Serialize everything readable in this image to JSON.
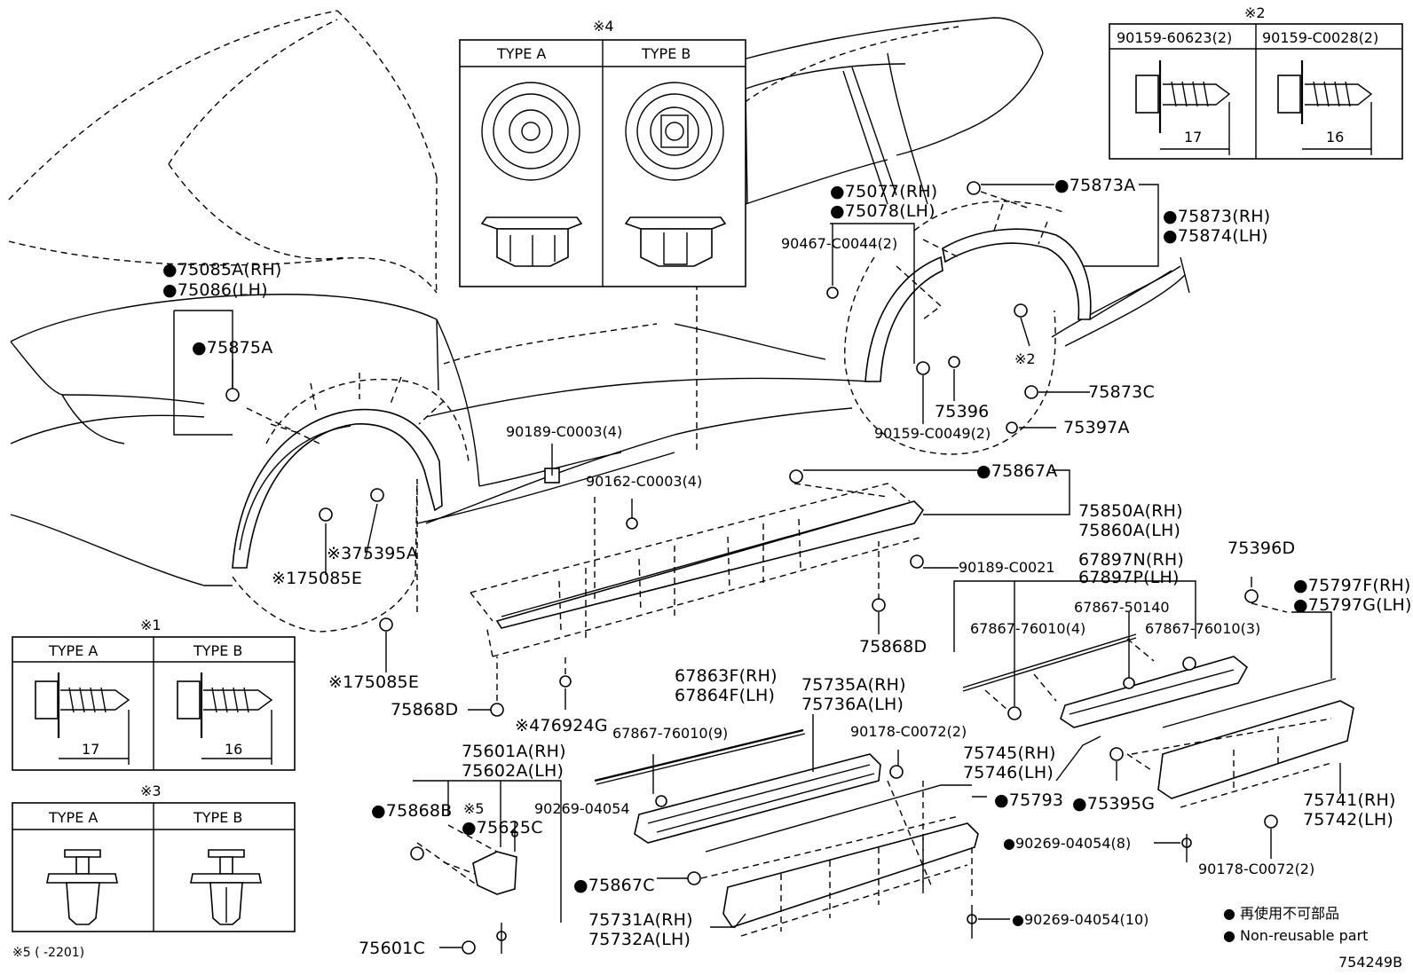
{
  "notes": {
    "n1": "※1",
    "n2": "※2",
    "n3": "※3",
    "n4": "※4",
    "n5": "※5 (      -2201)"
  },
  "boxes": {
    "b1": {
      "typeA": "TYPE A",
      "typeB": "TYPE B",
      "dimA": "17",
      "dimB": "16"
    },
    "b2": {
      "colA": "90159-60623(2)",
      "colB": "90159-C0028(2)",
      "dimA": "17",
      "dimB": "16"
    },
    "b3": {
      "typeA": "TYPE A",
      "typeB": "TYPE B"
    },
    "b4": {
      "typeA": "TYPE A",
      "typeB": "TYPE B"
    }
  },
  "labels": {
    "p75085A": "●75085A(RH)",
    "p75086": "●75086(LH)",
    "p75875A": "●75875A",
    "p75395A": "※375395A",
    "p75085E_1": "※175085E",
    "p75085E_2": "※175085E",
    "p75868D_left": "75868D",
    "p76924G": "※476924G",
    "p90189C0003": "90189-C0003(4)",
    "p90162C0003": "90162-C0003(4)",
    "p75077": "●75077(RH)",
    "p75078": "●75078(LH)",
    "p90467C0044": "90467-C0044(2)",
    "p75873A": "●75873A",
    "p75873": "●75873(RH)",
    "p75874": "●75874(LH)",
    "p2mark": "※2",
    "p75873C": "75873C",
    "p75396": "75396",
    "p75397A": "75397A",
    "p90159C0049": "90159-C0049(2)",
    "p75867A": "●75867A",
    "p75850A": "75850A(RH)",
    "p75860A": "75860A(LH)",
    "p90189C0021": "90189-C0021",
    "p67897N": "67897N(RH)",
    "p67897P": "67897P(LH)",
    "p75396D": "75396D",
    "p75797F": "●75797F(RH)",
    "p75797G": "●75797G(LH)",
    "p67867_50140": "67867-50140",
    "p67867_76010_4": "67867-76010(4)",
    "p67867_76010_3": "67867-76010(3)",
    "p75868D_mid": "75868D",
    "p67863F": "67863F(RH)",
    "p67864F": "67864F(LH)",
    "p67867_76010_9": "67867-76010(9)",
    "p75735A": "75735A(RH)",
    "p75736A": "75736A(LH)",
    "p90178C0072_a": "90178-C0072(2)",
    "p75745": "75745(RH)",
    "p75746": "75746(LH)",
    "p75601A": "75601A(RH)",
    "p75602A": "75602A(LH)",
    "p75868B": "●75868B",
    "p5mark": "※5",
    "p75625C": "●75625C",
    "p90269_04054": "90269-04054",
    "p75793": "●75793",
    "p75395G": "●75395G",
    "p75741": "75741(RH)",
    "p75742": "75742(LH)",
    "p90269_04054_8": "●90269-04054(8)",
    "p90178C0072_b": "90178-C0072(2)",
    "p75867C": "●75867C",
    "p75731A": "75731A(RH)",
    "p75732A": "75732A(LH)",
    "p90269_04054_10": "●90269-04054(10)",
    "p75601C": "75601C"
  },
  "legend": {
    "jp": "● 再使用不可部品",
    "en": "● Non-reusable part"
  },
  "figure_id": "754249B"
}
